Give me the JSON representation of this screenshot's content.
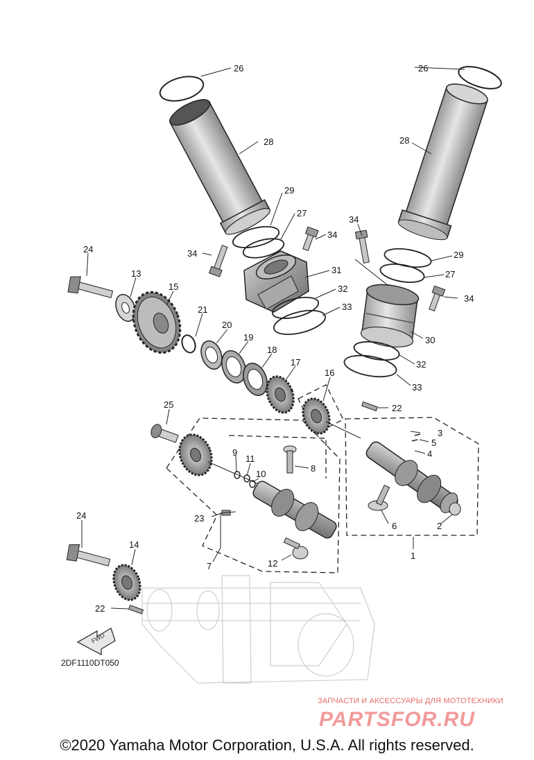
{
  "diagram": {
    "callouts": [
      "26",
      "28",
      "29",
      "27",
      "34",
      "31",
      "32",
      "33",
      "24",
      "13",
      "15",
      "21",
      "20",
      "19",
      "18",
      "17",
      "16",
      "22",
      "25",
      "9",
      "11",
      "10",
      "8",
      "23",
      "3",
      "5",
      "4",
      "6",
      "2",
      "12",
      "7",
      "1",
      "14",
      "30"
    ],
    "reference_code": "2DF1110DT050",
    "fwd_label": "FWD"
  },
  "watermark": {
    "subtitle": "ЗАПЧАСТИ И АКСЕССУАРЫ ДЛЯ МОТОТЕХНИКИ",
    "brand": "PARTSFOR.RU"
  },
  "footer": {
    "copyright": "©2020 Yamaha Motor Corporation, U.S.A. All rights reserved."
  }
}
